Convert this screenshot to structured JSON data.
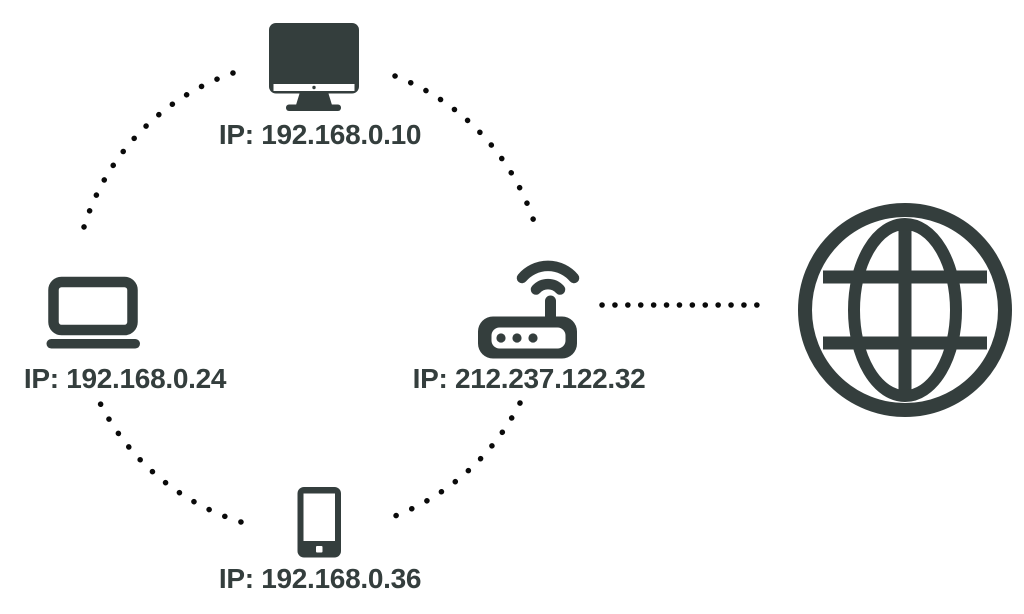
{
  "colors": {
    "icon": "#343e3d",
    "dot": "#0a0a0a",
    "background": "#ffffff"
  },
  "diagram": {
    "type": "network-topology",
    "nodes": [
      {
        "id": "desktop",
        "device": "desktop-computer",
        "label": "IP: 192.168.0.10"
      },
      {
        "id": "laptop",
        "device": "laptop",
        "label": "IP: 192.168.0.24"
      },
      {
        "id": "router",
        "device": "wifi-router",
        "label": "IP: 212.237.122.32"
      },
      {
        "id": "smartphone",
        "device": "smartphone",
        "label": "IP: 192.168.0.36"
      },
      {
        "id": "internet",
        "device": "globe",
        "label": ""
      }
    ],
    "edges": [
      {
        "from": "desktop",
        "to": "laptop",
        "style": "dotted-arc"
      },
      {
        "from": "desktop",
        "to": "router",
        "style": "dotted-arc"
      },
      {
        "from": "laptop",
        "to": "smartphone",
        "style": "dotted-arc"
      },
      {
        "from": "smartphone",
        "to": "router",
        "style": "dotted-arc"
      },
      {
        "from": "router",
        "to": "internet",
        "style": "dotted-line"
      }
    ]
  }
}
